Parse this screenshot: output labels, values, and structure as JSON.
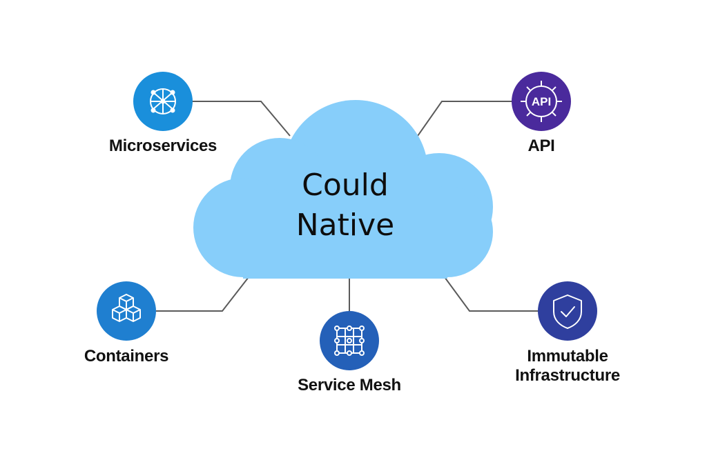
{
  "center": {
    "title_line1": "Could",
    "title_line2": "Native"
  },
  "nodes": {
    "microservices": {
      "label": "Microservices",
      "icon": "network-globe-icon",
      "color": "#1a8fdb"
    },
    "api": {
      "label": "API",
      "icon": "api-gear-icon",
      "color": "#4a2a9c"
    },
    "containers": {
      "label": "Containers",
      "icon": "stacked-cubes-icon",
      "color": "#1f7fd0"
    },
    "service_mesh": {
      "label": "Service Mesh",
      "icon": "mesh-grid-icon",
      "color": "#2460b8"
    },
    "immutable_infrastructure": {
      "label_line1": "Immutable",
      "label_line2": "Infrastructure",
      "icon": "shield-check-icon",
      "color": "#2f3f9e"
    }
  },
  "colors": {
    "cloud": "#87cefa",
    "connector": "#5a5a5a"
  }
}
